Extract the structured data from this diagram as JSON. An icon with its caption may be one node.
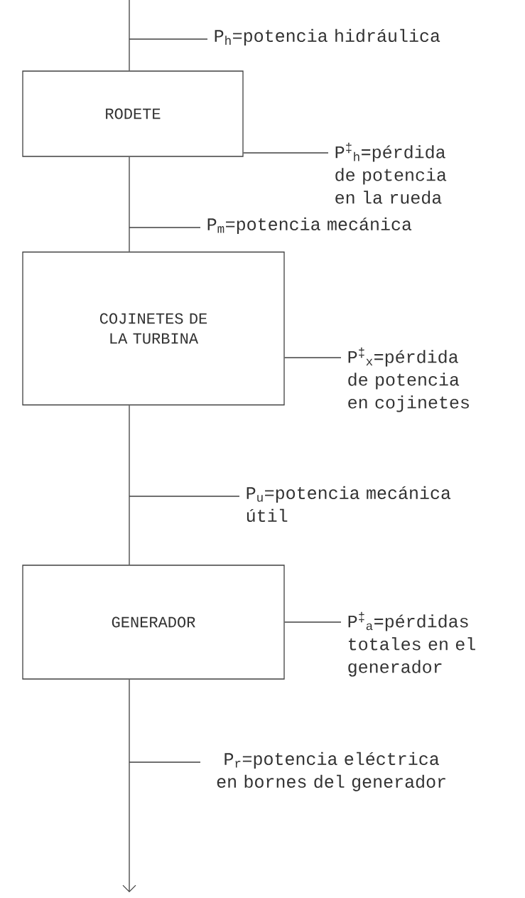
{
  "diagram": {
    "nodes": [
      {
        "text": [
          "P$_{h}$=potencia hidráulica"
        ]
      },
      {
        "text": [
          "RODETE"
        ]
      },
      {
        "text": [
          "P$^{‡}$$_{h}$=pérdida de potencia en la rueda"
        ]
      },
      {
        "text": [
          "P$_{m}$=potencia mecánica"
        ]
      },
      {
        "text": [
          "COJINETES DE LA TURBINA"
        ]
      },
      {
        "text": [
          "P$^{‡}$$_{x}$=pérdida de potencia en cojinetes"
        ]
      },
      {
        "text": [
          "P$_{u}$=potencia mecánica útil"
        ]
      },
      {
        "text": [
          "GENERADOR"
        ]
      },
      {
        "text": [
          "P$^{‡}$$_{a}$=pérdidas totales en el generador"
        ]
      },
      {
        "text": [
          "P$_{r}$=potencia eléctrica en bornes del generador"
        ]
      }
    ],
    "edges": [
      {
        "from": null,
        "to": 1,
        "arrow": "none"
      },
      {
        "from": 1,
        "to": 4,
        "arrow": "none"
      },
      {
        "from": 4,
        "to": 7,
        "arrow": "none"
      },
      {
        "from": 7,
        "to": null,
        "arrow": "to"
      },
      {
        "from": 0,
        "to": null,
        "arrow": "none"
      },
      {
        "from": 2,
        "to": 1,
        "arrow": "none"
      },
      {
        "from": 3,
        "to": null,
        "arrow": "none"
      },
      {
        "from": 5,
        "to": 4,
        "arrow": "none"
      },
      {
        "from": 6,
        "to": null,
        "arrow": "none"
      },
      {
        "from": 8,
        "to": 7,
        "arrow": "none"
      },
      {
        "from": 9,
        "to": null,
        "arrow": "none"
      }
    ]
  }
}
